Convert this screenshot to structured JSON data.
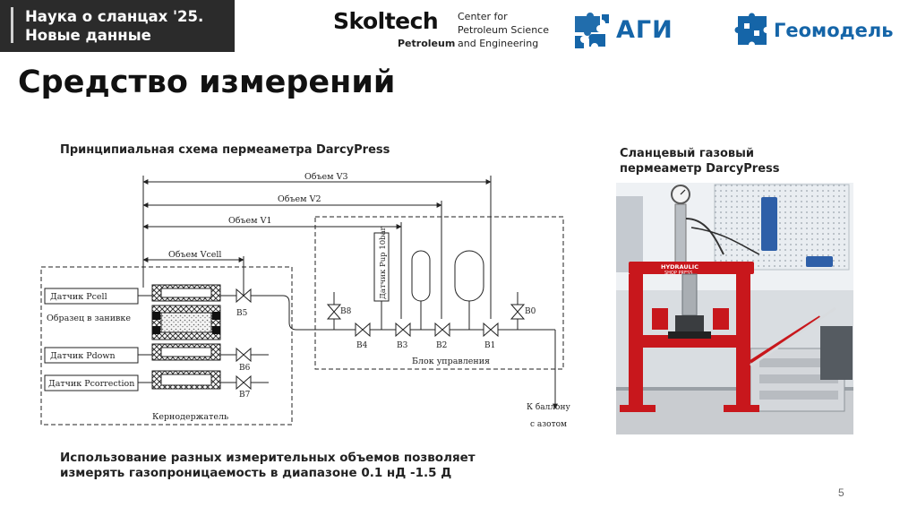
{
  "header": {
    "badge_line1": "Наука о сланцах '25.",
    "badge_line2": "Новые данные",
    "skoltech_word": "Skoltech",
    "skoltech_sub": "Petroleum",
    "skoltech_center_line1": "Center for",
    "skoltech_center_line2": "Petroleum Science",
    "skoltech_center_line3": "and Engineering",
    "agi_label": "АГИ",
    "geomodel_label": "Геомодель"
  },
  "page_title": "Средство измерений",
  "schema": {
    "title": "Принципиальная схема пермеаметра DarcyPress",
    "labels": {
      "v3": "Объем V3",
      "v2": "Объем V2",
      "v1": "Объем V1",
      "vcell": "Объем Vcell",
      "pcell": "Датчик Pcell",
      "sample": "Образец в занивке",
      "pdown": "Датчик Pdown",
      "pcorrection": "Датчик Pcorrection",
      "holder": "Кернодержатель",
      "pup": "Датчик Pup 10bar",
      "control": "Блок управления",
      "balloon1": "К баллону",
      "balloon2": "с азотом",
      "b0": "B0",
      "b1": "B1",
      "b2": "B2",
      "b3": "B3",
      "b4": "B4",
      "b5": "B5",
      "b6": "B6",
      "b7": "B7",
      "b8": "B8"
    }
  },
  "photo": {
    "title_line1": "Сланцевый газовый",
    "title_line2": "пермеаметр DarcyPress",
    "press_label_line1": "HYDRAULIC",
    "press_label_line2": "SHOP PRESS"
  },
  "bottom_text": {
    "line1": "Использование разных измерительных объемов позволяет",
    "line2": "измерять газопроницаемость в диапазоне 0.1 нД -1.5 Д"
  },
  "page_number": "5",
  "colors": {
    "brand_blue": "#1565a8",
    "badge_bg": "#2b2b2b",
    "press_red": "#c8171c"
  }
}
